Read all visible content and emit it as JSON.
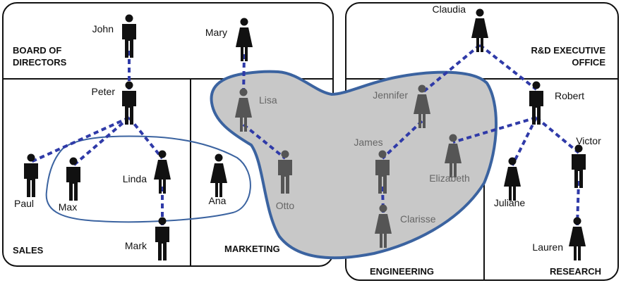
{
  "departments": {
    "board": [
      "BOARD OF",
      "DIRECTORS"
    ],
    "rd_office": [
      "R&D EXECUTIVE",
      "OFFICE"
    ],
    "sales": "SALES",
    "marketing": "MARKETING",
    "engineering": "ENGINEERING",
    "research": "RESEARCH"
  },
  "people": [
    {
      "id": "john",
      "name": "John",
      "gender": "male",
      "icon": "man-icon"
    },
    {
      "id": "mary",
      "name": "Mary",
      "gender": "female",
      "icon": "woman-icon"
    },
    {
      "id": "claudia",
      "name": "Claudia",
      "gender": "female",
      "icon": "woman-icon"
    },
    {
      "id": "peter",
      "name": "Peter",
      "gender": "male",
      "icon": "man-icon"
    },
    {
      "id": "lisa",
      "name": "Lisa",
      "gender": "female",
      "icon": "woman-icon"
    },
    {
      "id": "jennifer",
      "name": "Jennifer",
      "gender": "female",
      "icon": "woman-icon"
    },
    {
      "id": "robert",
      "name": "Robert",
      "gender": "male",
      "icon": "man-icon"
    },
    {
      "id": "paul",
      "name": "Paul",
      "gender": "male",
      "icon": "man-icon"
    },
    {
      "id": "max",
      "name": "Max",
      "gender": "male",
      "icon": "man-icon"
    },
    {
      "id": "linda",
      "name": "Linda",
      "gender": "female",
      "icon": "woman-icon"
    },
    {
      "id": "ana",
      "name": "Ana",
      "gender": "female",
      "icon": "woman-icon"
    },
    {
      "id": "otto",
      "name": "Otto",
      "gender": "male",
      "icon": "man-icon"
    },
    {
      "id": "james",
      "name": "James",
      "gender": "male",
      "icon": "man-icon"
    },
    {
      "id": "elizabeth",
      "name": "Elizabeth",
      "gender": "female",
      "icon": "woman-icon"
    },
    {
      "id": "victor",
      "name": "Victor",
      "gender": "male",
      "icon": "man-icon"
    },
    {
      "id": "juliane",
      "name": "Juliane",
      "gender": "female",
      "icon": "woman-icon"
    },
    {
      "id": "mark",
      "name": "Mark",
      "gender": "male",
      "icon": "man-icon"
    },
    {
      "id": "clarisse",
      "name": "Clarisse",
      "gender": "female",
      "icon": "woman-icon"
    },
    {
      "id": "lauren",
      "name": "Lauren",
      "gender": "female",
      "icon": "woman-icon"
    }
  ],
  "links": [
    [
      "john",
      "peter"
    ],
    [
      "mary",
      "lisa"
    ],
    [
      "claudia",
      "jennifer"
    ],
    [
      "claudia",
      "robert"
    ],
    [
      "peter",
      "paul"
    ],
    [
      "peter",
      "max"
    ],
    [
      "peter",
      "linda"
    ],
    [
      "linda",
      "mark"
    ],
    [
      "lisa",
      "otto"
    ],
    [
      "jennifer",
      "james"
    ],
    [
      "james",
      "clarisse"
    ],
    [
      "robert",
      "elizabeth"
    ],
    [
      "robert",
      "juliane"
    ],
    [
      "robert",
      "victor"
    ],
    [
      "victor",
      "lauren"
    ]
  ],
  "colors": {
    "link": "#2f3aa8",
    "group_outline": "#3b63a0",
    "group_fill": "#c8c8c8",
    "figure": "#111111",
    "figure_in_group": "#555555"
  }
}
